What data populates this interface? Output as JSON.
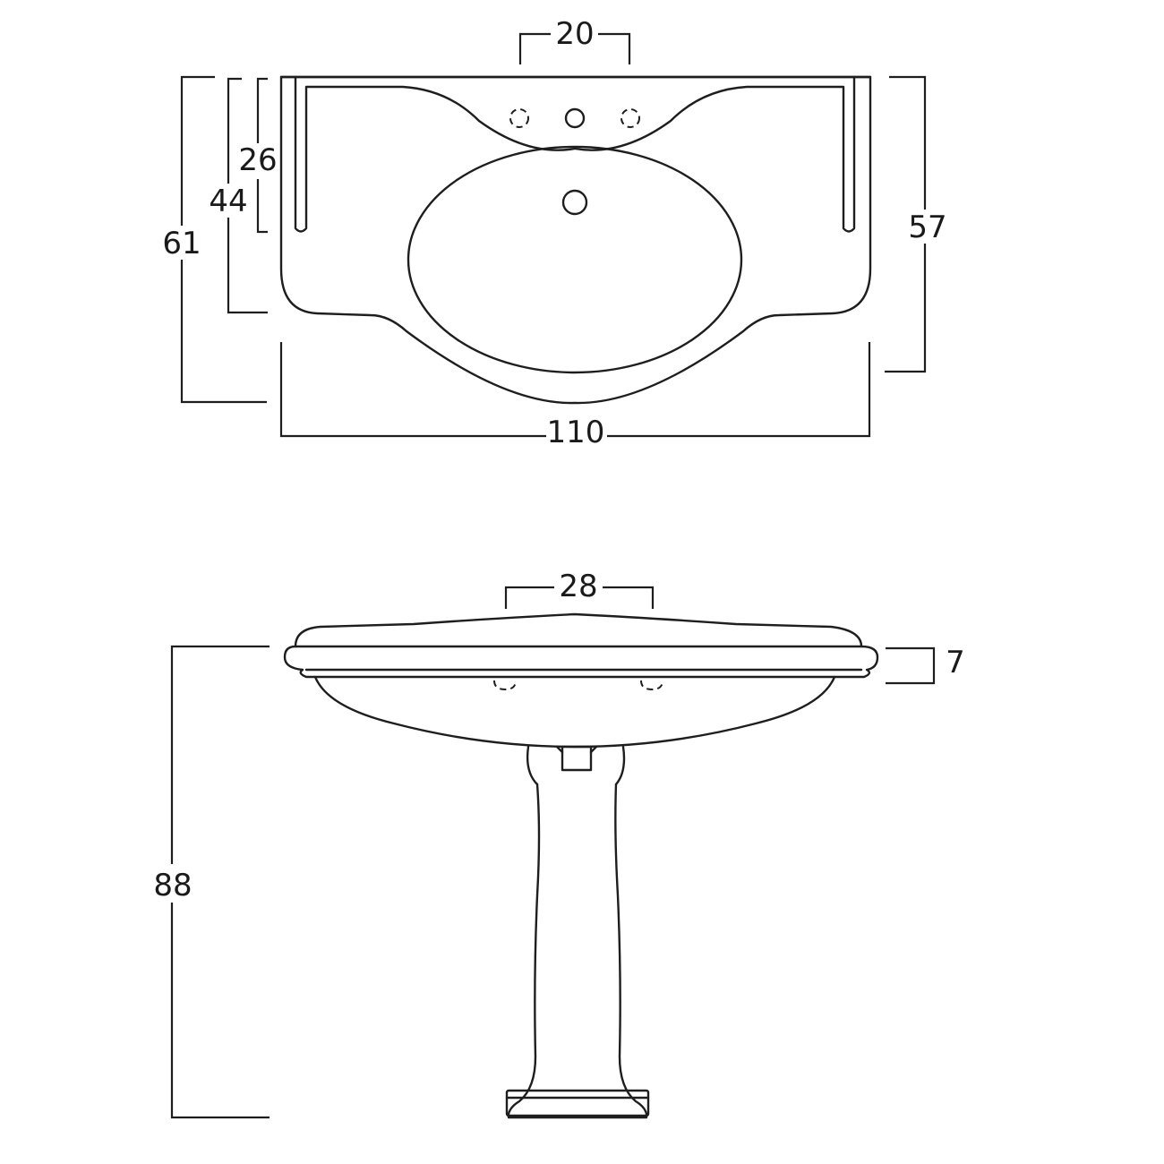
{
  "top_view": {
    "dimensions": {
      "tap_spacing": "20",
      "inner_depth": "26",
      "bowl_depth": "44",
      "overall_depth": "61",
      "splashback_depth": "57",
      "width": "110"
    }
  },
  "front_view": {
    "dimensions": {
      "top_span": "28",
      "rim_thickness": "7",
      "height": "88"
    }
  }
}
